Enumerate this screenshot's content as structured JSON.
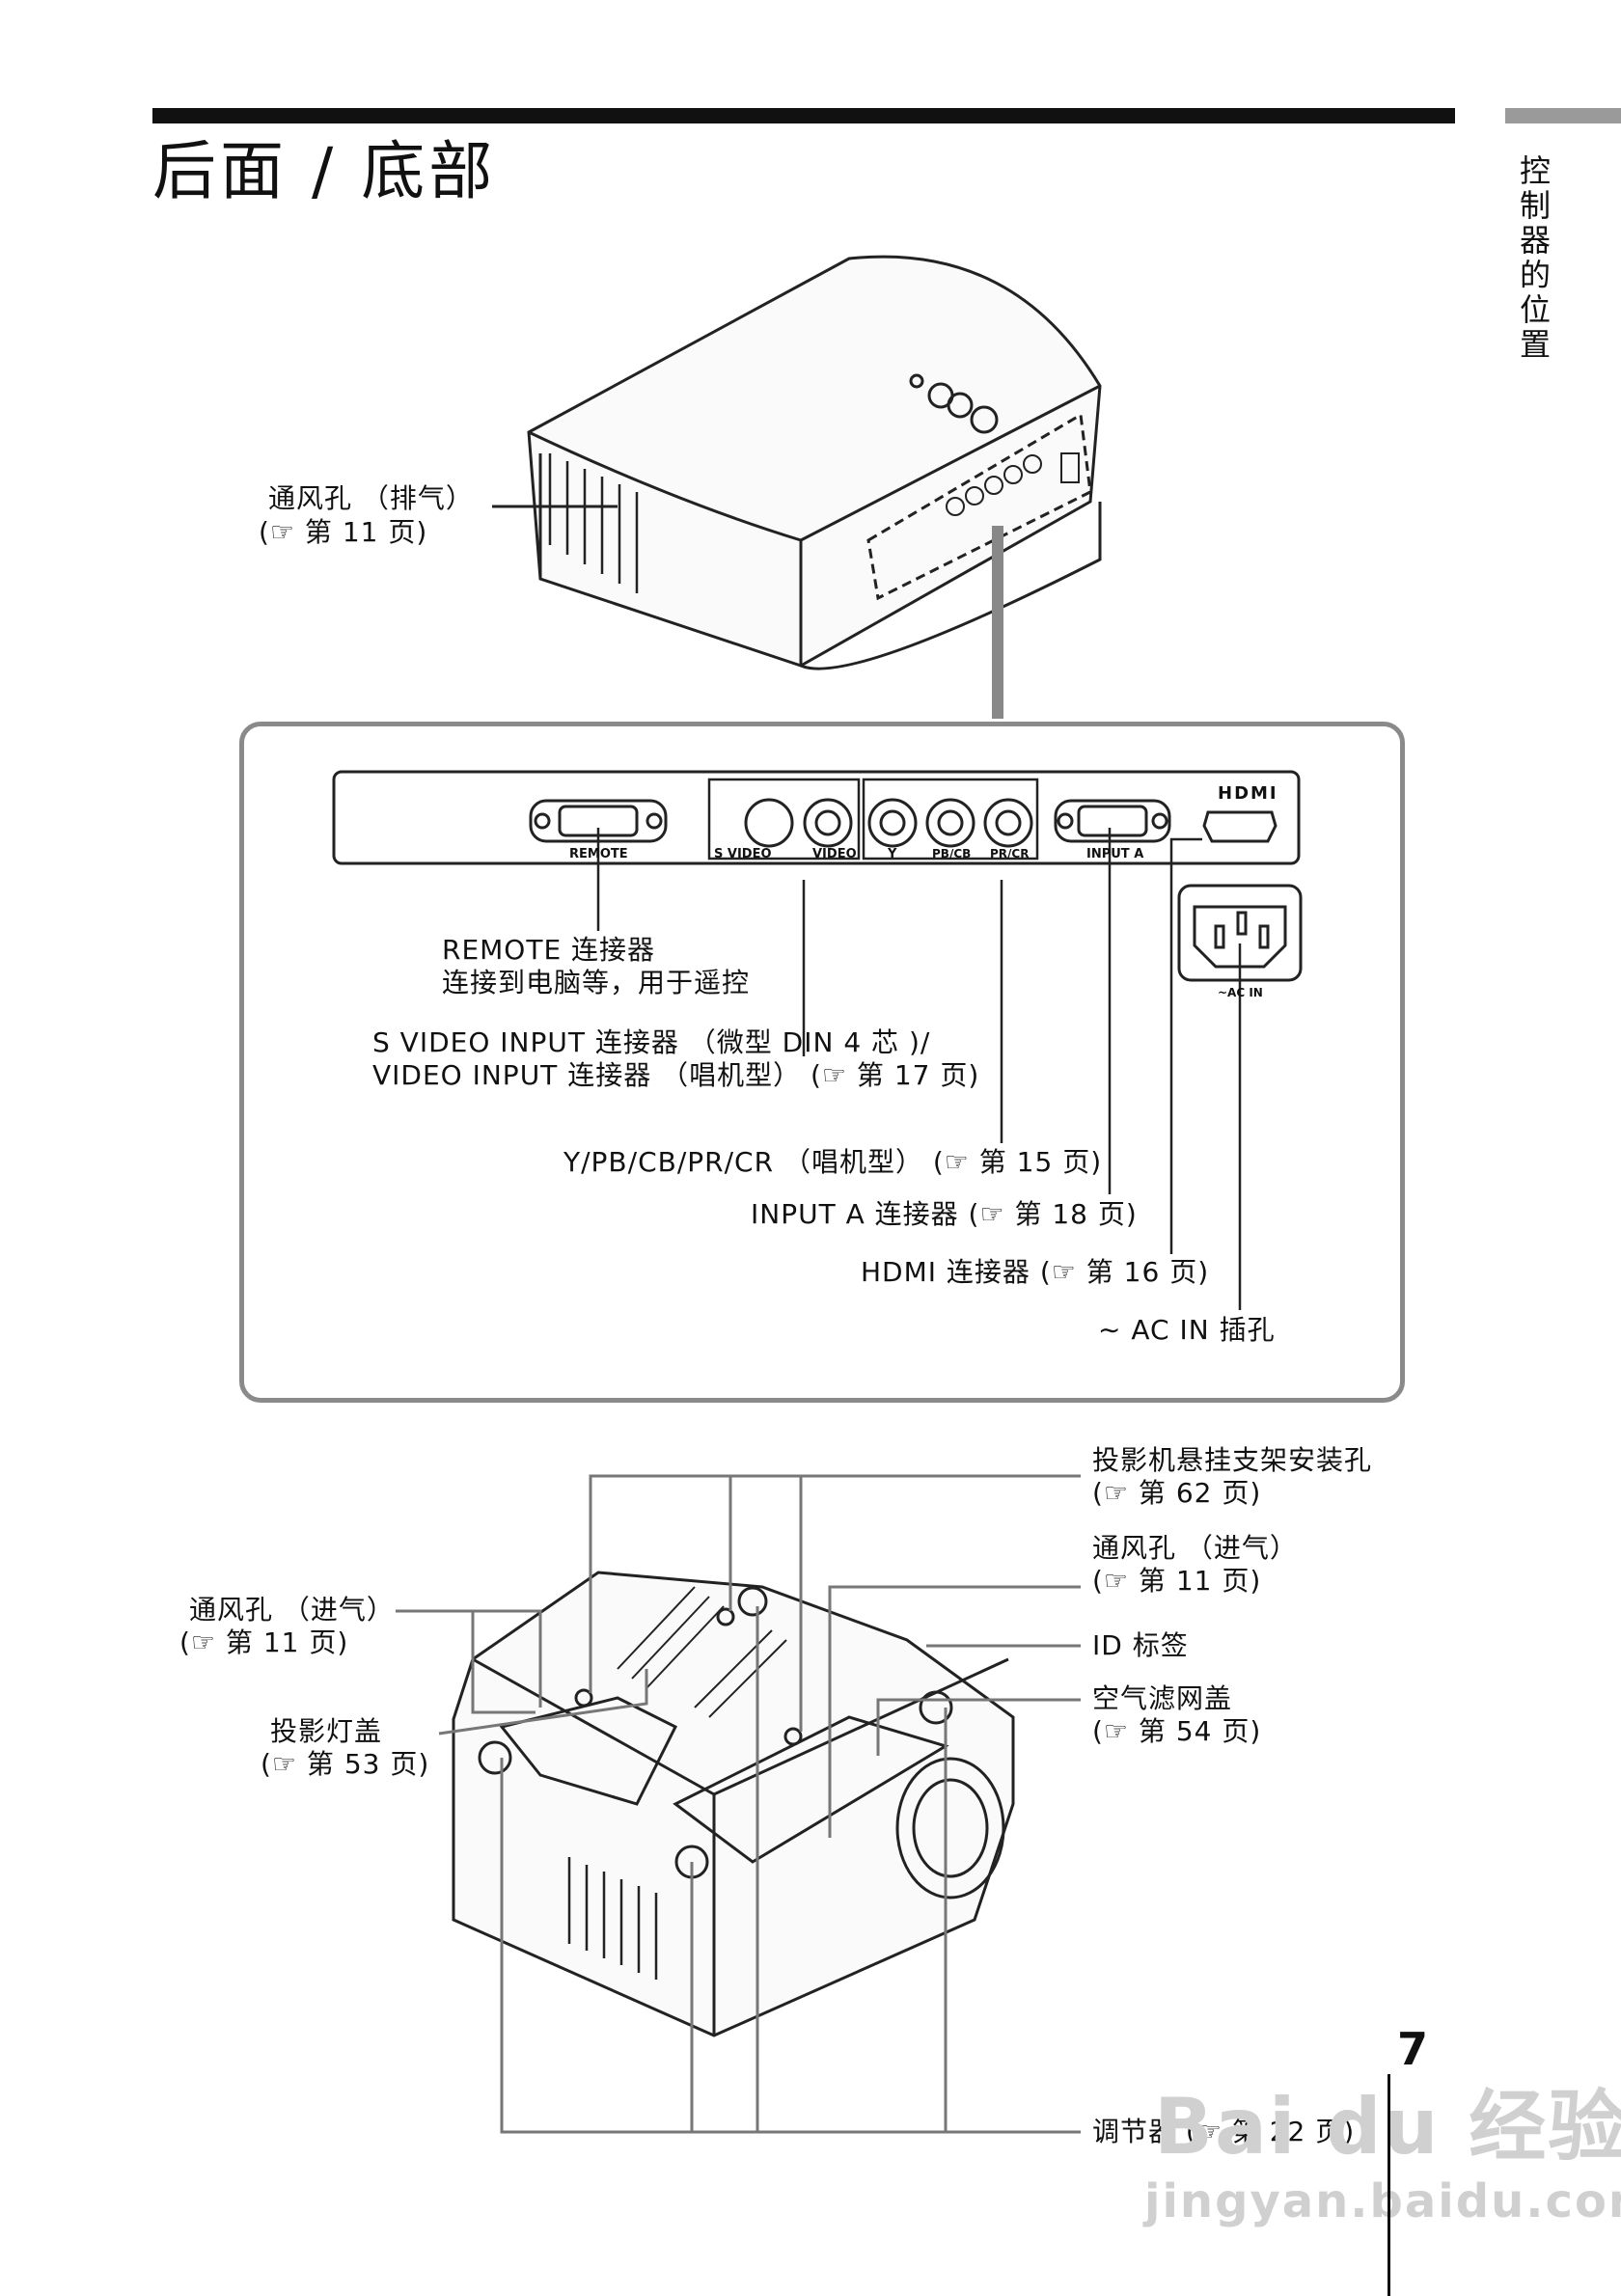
{
  "page": {
    "title": "后面 / 底部",
    "side_tab": "控制器的位置",
    "page_number": "7"
  },
  "rear_labels": {
    "vent_exhaust": "通风孔 （排气）",
    "vent_exhaust_ref": "(☞ 第 11 页)"
  },
  "panel_markings": {
    "remote": "REMOTE",
    "s_video": "S VIDEO",
    "video": "VIDEO",
    "y": "Y",
    "pb_cb": "PB/CB",
    "pr_cr": "PR/CR",
    "input_a": "INPUT A",
    "hdmi_logo": "HDMI",
    "ac_in": "~AC IN"
  },
  "connector_labels": {
    "remote_line1": "REMOTE 连接器",
    "remote_line2": "连接到电脑等，用于遥控",
    "svideo_line1": "S VIDEO INPUT 连接器 （微型 DIN 4 芯 )/",
    "svideo_line2": "VIDEO INPUT 连接器 （唱机型） (☞ 第 17 页)",
    "ypbpr": "Y/PB/CB/PR/CR （唱机型） (☞ 第 15 页)",
    "input_a": "INPUT A 连接器 (☞ 第 18 页)",
    "hdmi": "HDMI 连接器 (☞ 第 16 页)",
    "ac_in": "∼ AC IN 插孔"
  },
  "bottom_labels": {
    "mount_holes": "投影机悬挂支架安装孔",
    "mount_holes_ref": "(☞ 第 62 页)",
    "vent_intake_right": "通风孔 （进气）",
    "vent_intake_right_ref": "(☞ 第 11 页)",
    "id_label": "ID 标签",
    "air_filter": "空气滤网盖",
    "air_filter_ref": "(☞ 第 54 页)",
    "vent_intake_left": "通风孔 （进气）",
    "vent_intake_left_ref": "(☞ 第 11 页)",
    "lamp_cover": "投影灯盖",
    "lamp_cover_ref": "(☞ 第 53 页)",
    "adjuster": "调节器 (☞ 第 22 页)"
  },
  "watermark": {
    "line1": "Bai du 经验",
    "line2": "jingyan.baidu.com"
  }
}
